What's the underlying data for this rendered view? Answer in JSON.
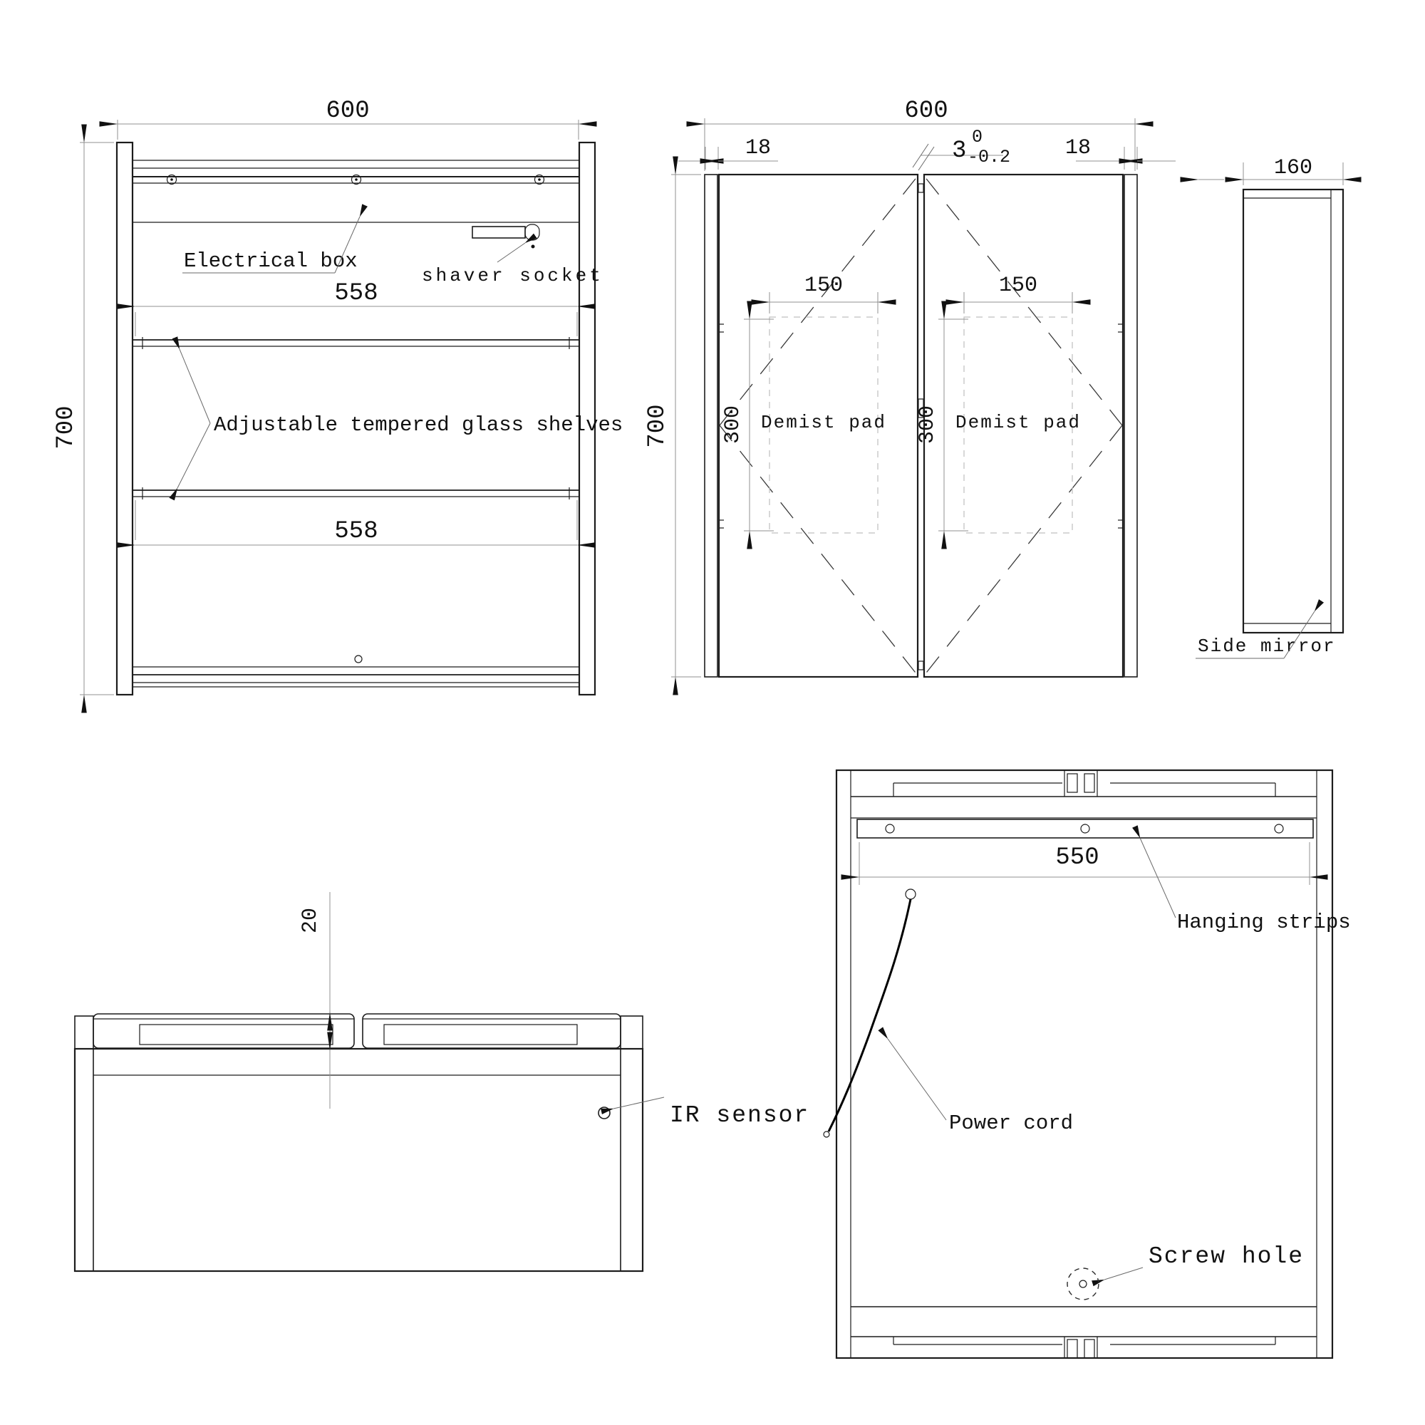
{
  "colors": {
    "ink": "#1c1c1c",
    "dim_line": "#909090",
    "background": "#ffffff"
  },
  "drawing": {
    "front_internal_view": {
      "width_dim": "600",
      "height_dim": "700",
      "shelf_width_dim_upper": "558",
      "shelf_width_dim_lower": "558",
      "electrical_box_label": "Electrical box",
      "shaver_socket_label": "shaver socket",
      "shelves_label": "Adjustable tempered glass shelves"
    },
    "front_door_view": {
      "width_dim": "600",
      "height_dim": "700",
      "door_edge_dim_left": "18",
      "door_edge_dim_right": "18",
      "gap_dim_value": "3",
      "gap_dim_upper_tol": "0",
      "gap_dim_lower_tol": "-0.2",
      "demist_pad_left": {
        "label": "Demist pad",
        "width_dim": "150",
        "height_dim": "300"
      },
      "demist_pad_right": {
        "label": "Demist pad",
        "width_dim": "150",
        "height_dim": "300"
      }
    },
    "side_view": {
      "depth_dim": "160",
      "side_mirror_label": "Side mirror"
    },
    "top_view": {
      "door_thickness_dim": "20",
      "ir_sensor_label": "IR sensor"
    },
    "back_view": {
      "hanging_strip_dim": "550",
      "hanging_strips_label": "Hanging strips",
      "power_cord_label": "Power cord",
      "screw_hole_label": "Screw hole"
    }
  }
}
